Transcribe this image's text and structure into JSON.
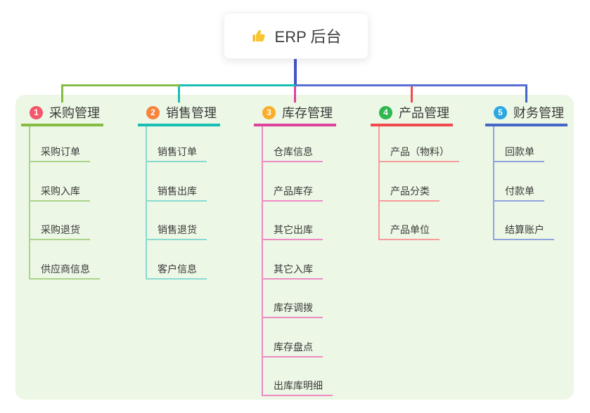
{
  "root": {
    "label": "ERP 后台",
    "icon": "thumbs-up-icon"
  },
  "canvas": {
    "background": "#ffffff",
    "panel_background": "#ECF7E5",
    "text_color": "#3a3a3a"
  },
  "connectors": {
    "root_drop_color": "#4355C5",
    "bus_right_color": "#5A6FD2"
  },
  "branches": [
    {
      "num": "1",
      "title": "采购管理",
      "badge_color": "#F4566B",
      "line_color": "#85BC43",
      "child_line_color": "#ABD38A",
      "children": [
        "采购订单",
        "采购入库",
        "采购退货",
        "供应商信息"
      ]
    },
    {
      "num": "2",
      "title": "销售管理",
      "badge_color": "#F8833C",
      "line_color": "#17BEB4",
      "child_line_color": "#8BDAD2",
      "children": [
        "销售订单",
        "销售出库",
        "销售退货",
        "客户信息"
      ]
    },
    {
      "num": "3",
      "title": "库存管理",
      "badge_color": "#FBAD29",
      "line_color": "#DE429F",
      "child_line_color": "#EE8AC4",
      "children": [
        "仓库信息",
        "产品库存",
        "其它出库",
        "其它入库",
        "库存调拨",
        "库存盘点",
        "出库库明细"
      ]
    },
    {
      "num": "4",
      "title": "产品管理",
      "badge_color": "#2FB750",
      "line_color": "#F2494F",
      "child_line_color": "#F89C9B",
      "children": [
        "产品（物料）",
        "产品分类",
        "产品单位"
      ]
    },
    {
      "num": "5",
      "title": "财务管理",
      "badge_color": "#2BA8E2",
      "line_color": "#4565C7",
      "child_line_color": "#8EA4DD",
      "children": [
        "回款单",
        "付款单",
        "结算账户"
      ]
    }
  ]
}
